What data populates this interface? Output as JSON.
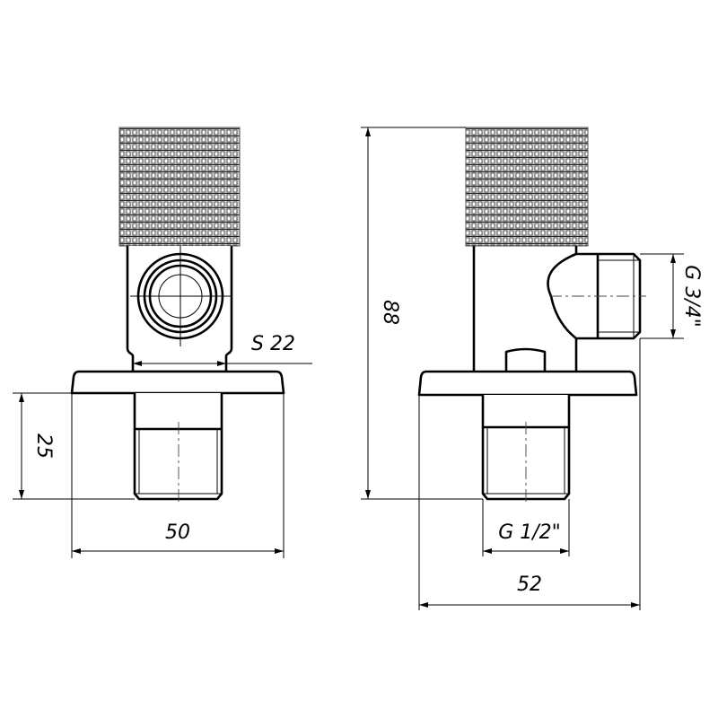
{
  "dimensions": {
    "wrench_size": "S 22",
    "connection_length": "25",
    "flange_width_front": "50",
    "total_height": "88",
    "outlet_thread": "G 3/4\"",
    "inlet_thread": "G 1/2\"",
    "flange_width_side": "52"
  },
  "colors": {
    "line": "#000000",
    "knurl_fill": "#bdbdbd",
    "background": "#ffffff"
  }
}
